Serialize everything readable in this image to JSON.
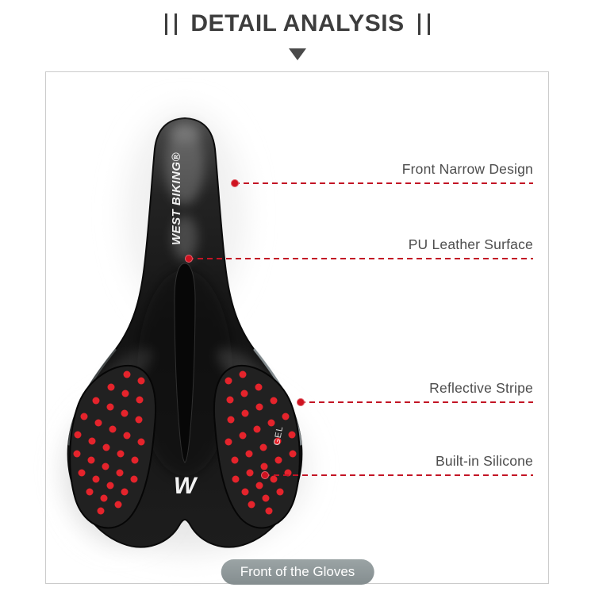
{
  "header": {
    "title": "DETAIL ANALYSIS"
  },
  "callouts": [
    {
      "label": "Front Narrow Design"
    },
    {
      "label": "PU Leather Surface"
    },
    {
      "label": "Reflective Stripe"
    },
    {
      "label": "Built-in Silicone"
    }
  ],
  "saddle": {
    "brand_text": "WEST BIKING®",
    "logo_text": "W",
    "gel_text": "GEL"
  },
  "footer": {
    "caption": "Front of the Gloves"
  },
  "colors": {
    "accent_red": "#c31425",
    "dot_red": "#e5242c",
    "title_gray": "#3d3d3d",
    "label_gray": "#4d4d4d",
    "ribbon_gray": "#8f989a",
    "frame_border": "#cbcbcb"
  }
}
